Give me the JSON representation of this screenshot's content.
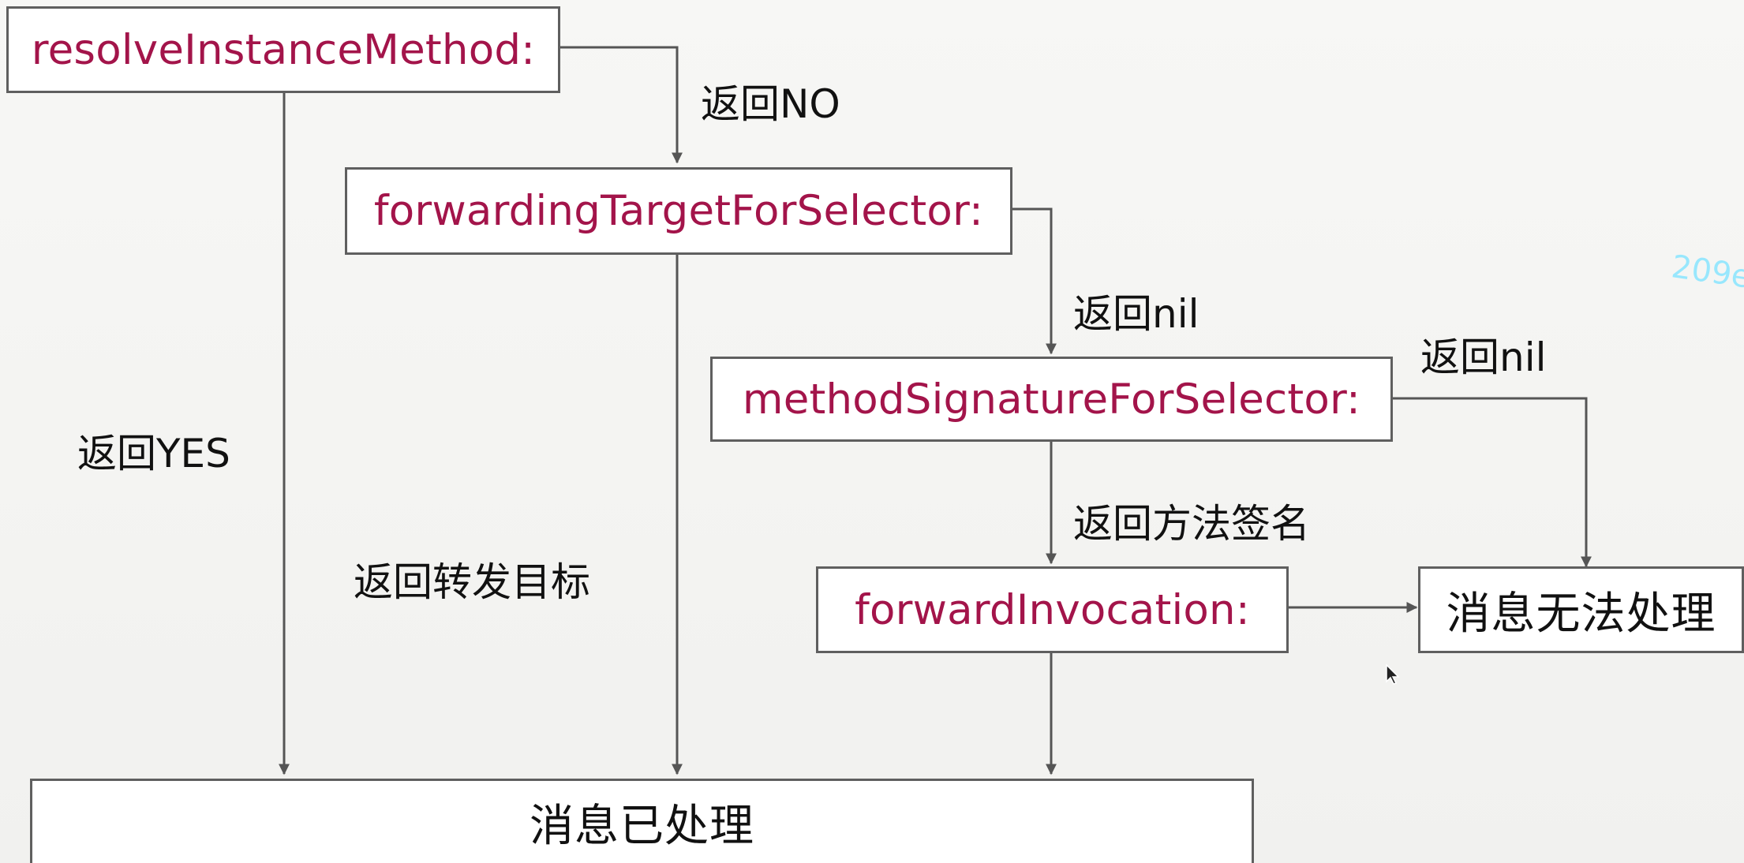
{
  "nodes": {
    "resolve": "resolveInstanceMethod:",
    "forwarding_target": "forwardingTargetForSelector:",
    "method_signature": "methodSignatureForSelector:",
    "forward_invocation": "forwardInvocation:",
    "unhandled": "消息无法处理",
    "handled": "消息已处理"
  },
  "edge_labels": {
    "resolve_no": "返回NO",
    "resolve_yes": "返回YES",
    "target_nil": "返回nil",
    "target_returned": "返回转发目标",
    "signature_nil": "返回nil",
    "signature_returned": "返回方法签名"
  },
  "watermark": "209e",
  "colors": {
    "method_text": "#a3144a",
    "line": "#555555",
    "box_border": "#5f5f5f"
  },
  "icons": {
    "cursor": "mouse-pointer-icon",
    "arrowhead": "arrowhead-icon"
  }
}
